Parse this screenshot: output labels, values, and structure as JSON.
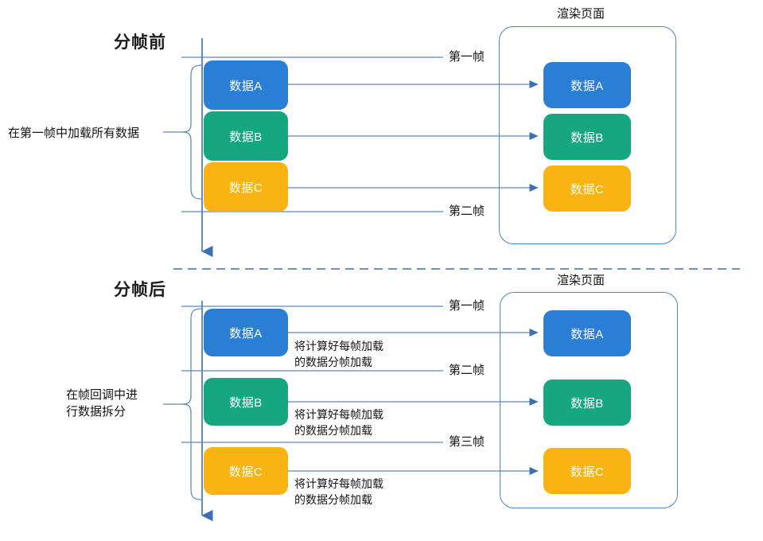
{
  "diagram": {
    "title_before": "分帧前",
    "title_after": "分帧后",
    "render_page_label": "渲染页面",
    "before": {
      "side_label": "在第一帧中加载所有数据",
      "source_items": [
        {
          "label": "数据A",
          "color": "#2a7fd4"
        },
        {
          "label": "数据B",
          "color": "#16a780"
        },
        {
          "label": "数据C",
          "color": "#f9b312"
        }
      ],
      "frame_markers": [
        "第一帧",
        "第二帧"
      ],
      "target_items": [
        {
          "label": "数据A",
          "color": "#2a7fd4"
        },
        {
          "label": "数据B",
          "color": "#16a780"
        },
        {
          "label": "数据C",
          "color": "#f9b312"
        }
      ]
    },
    "after": {
      "side_label_line1": "在帧回调中进",
      "side_label_line2": "行数据拆分",
      "source_items": [
        {
          "label": "数据A",
          "color": "#2a7fd4"
        },
        {
          "label": "数据B",
          "color": "#16a780"
        },
        {
          "label": "数据C",
          "color": "#f9b312"
        }
      ],
      "frame_markers": [
        "第一帧",
        "第二帧",
        "第三帧"
      ],
      "annotations": [
        {
          "line1": "将计算好每帧加载",
          "line2": "的数据分帧加载"
        },
        {
          "line1": "将计算好每帧加载",
          "line2": "的数据分帧加载"
        },
        {
          "line1": "将计算好每帧加载",
          "line2": "的数据分帧加载"
        }
      ],
      "target_items": [
        {
          "label": "数据A",
          "color": "#2a7fd4"
        },
        {
          "label": "数据B",
          "color": "#16a780"
        },
        {
          "label": "数据C",
          "color": "#f9b312"
        }
      ]
    },
    "colors": {
      "blue": "#2a7fd4",
      "green": "#16a780",
      "orange": "#f9b312",
      "connector": "#5b86c0",
      "page_border": "#4a86c8",
      "divider": "#3b6fb5"
    }
  }
}
